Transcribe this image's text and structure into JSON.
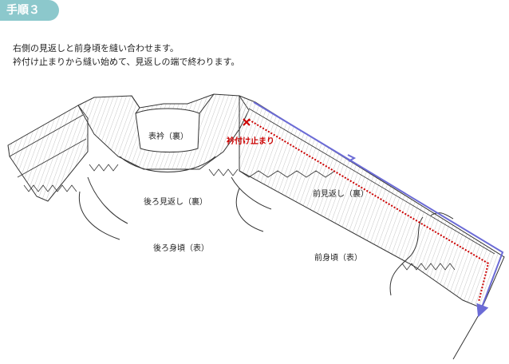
{
  "step": {
    "label": "手順３"
  },
  "instructions": [
    "右側の見返しと前身頃を縫い合わせます。",
    "衿付け止まりから縫い始めて、見返しの端で終わります。"
  ],
  "labels": {
    "outer_collar": "表衿（裏）",
    "stop_point": "衿付け止まり",
    "back_facing": "後ろ見返し（裏）",
    "front_facing": "前見返し（裏）",
    "back_body": "後ろ身頃（表）",
    "front_body": "前身頃（表）"
  },
  "colors": {
    "badge": "#8cc8cc",
    "stitch_arrow": "#6b6bd6",
    "stitch_line": "#cc0000",
    "outline": "#333333",
    "hatch": "#b8b8b8"
  }
}
